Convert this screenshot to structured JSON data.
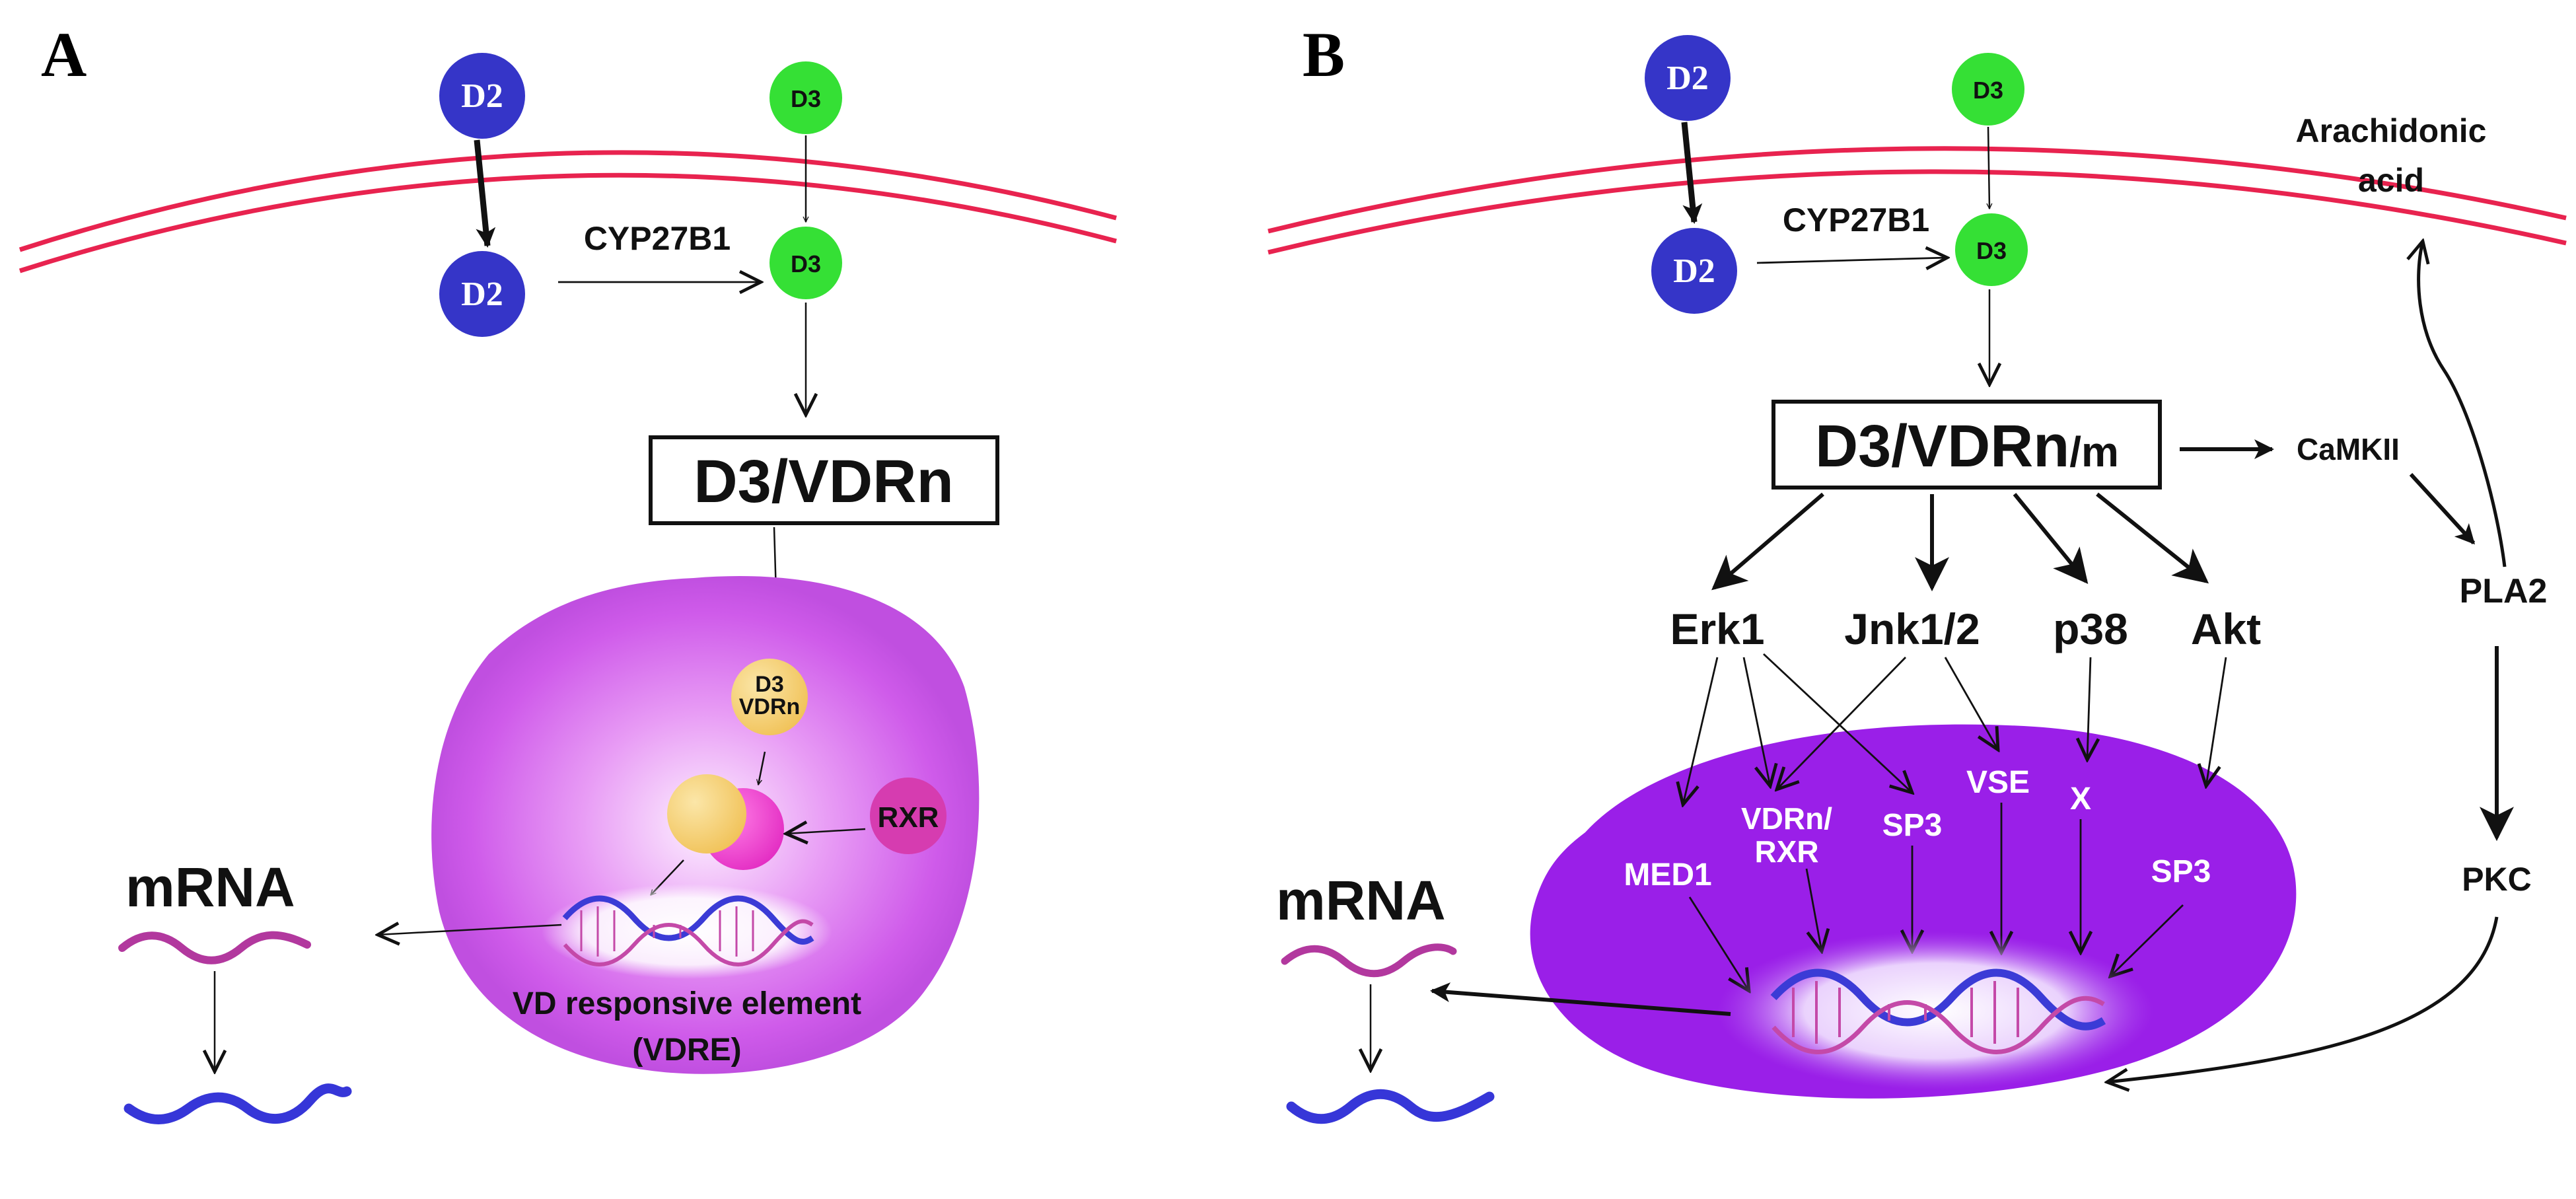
{
  "panels": {
    "a": {
      "letter": "A",
      "d2_top": "D2",
      "d3_top": "D3",
      "d2_bottom": "D2",
      "d3_bottom": "D3",
      "enzyme": "CYP27B1",
      "box": "D3/VDRn",
      "complex_line1": "D3",
      "complex_line2": "VDRn",
      "rxr": "RXR",
      "mrna": "mRNA",
      "vdre_line1": "VD responsive element",
      "vdre_line2": "(VDRE)"
    },
    "b": {
      "letter": "B",
      "d2_top": "D2",
      "d3_top": "D3",
      "d2_bottom": "D2",
      "d3_bottom": "D3",
      "enzyme": "CYP27B1",
      "box_main": "D3/VDRn",
      "box_suffix": "/m",
      "arachidonic_line1": "Arachidonic",
      "arachidonic_line2": "acid",
      "camkii": "CaMKII",
      "pla2": "PLA2",
      "pkc": "PKC",
      "kinases": [
        "Erk1",
        "Jnk1/2",
        "p38",
        "Akt"
      ],
      "med1": "MED1",
      "vdrn_rxr_line1": "VDRn/",
      "vdrn_rxr_line2": "RXR",
      "sp3_left": "SP3",
      "vse": "VSE",
      "x": "X",
      "sp3_right": "SP3",
      "mrna": "mRNA"
    }
  },
  "colors": {
    "membrane": "#e8234f",
    "d2": "#3535c8",
    "d3": "#35e035",
    "nucleus_a": "#cf5bea",
    "nucleus_b": "#9a1fe8",
    "complex": "#f7d27a",
    "rxr": "#d63cb0",
    "mrna_pink": "#b2389e",
    "mrna_blue": "#3636d8"
  }
}
